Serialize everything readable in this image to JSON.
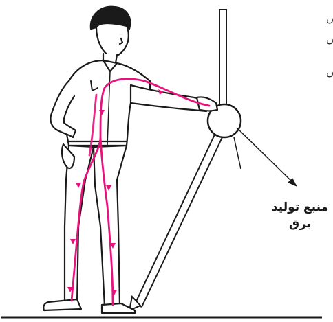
{
  "source_label": {
    "line1": "منبع تولید",
    "line2": "برق"
  },
  "edge_marks": [
    "ں",
    "ں",
    "ں"
  ],
  "colors": {
    "current_path": "#e8127c",
    "outline": "#1a1a1a"
  },
  "icons": {
    "figure": "person-icon",
    "generator": "generator-sphere-icon",
    "arrow": "pointer-arrow-icon"
  }
}
